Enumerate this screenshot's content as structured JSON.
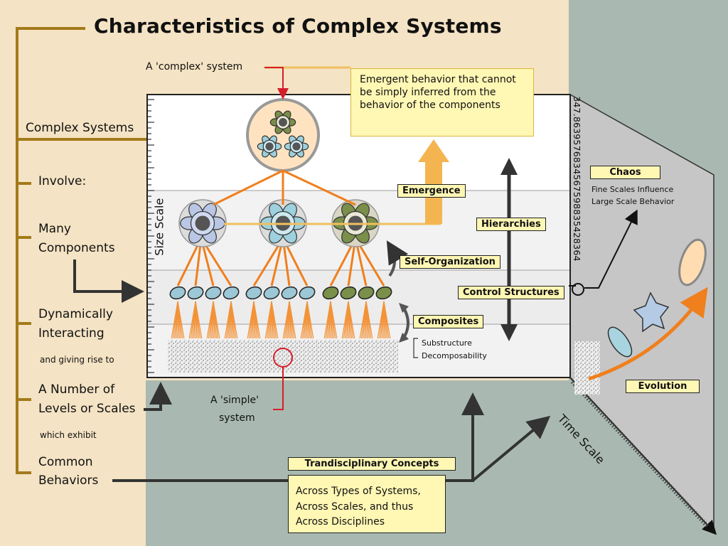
{
  "title": "Characteristics of Complex Systems",
  "left": {
    "complex_systems": "Complex Systems",
    "involve": "Involve:",
    "many": "Many",
    "components": "Components",
    "dynamically": "Dynamically",
    "interacting": "Interacting",
    "giving_rise": "and giving rise to",
    "a_number_of": "A Number of",
    "levels_or_scales": "Levels or Scales",
    "which_exhibit": "which exhibit",
    "common": "Common",
    "behaviors": "Behaviors"
  },
  "diagram": {
    "complex_system_label": "A 'complex' system",
    "emergent_note": "Emergent behavior that cannot be simply inferred from the behavior of the components",
    "simple_system_line1": "A 'simple'",
    "simple_system_line2": "system",
    "size_scale": "Size Scale",
    "emergence": "Emergence",
    "hierarchies": "Hierarchies",
    "self_organization": "Self-Organization",
    "control_structures": "Control Structures",
    "composites": "Composites",
    "substructure": "Substructure",
    "decomposability": "Decomposability",
    "number_strip": "347.8639576834567598835428364"
  },
  "right_panel": {
    "chaos": "Chaos",
    "chaos_line1": "Fine Scales Influence",
    "chaos_line2": "Large Scale Behavior",
    "evolution": "Evolution",
    "time_scale": "Time Scale"
  },
  "bottom": {
    "trandisciplinary_title": "Trandisciplinary Concepts",
    "line1": "Across Types of Systems,",
    "line2": "Across Scales, and thus",
    "line3": "Across Disciplines"
  }
}
